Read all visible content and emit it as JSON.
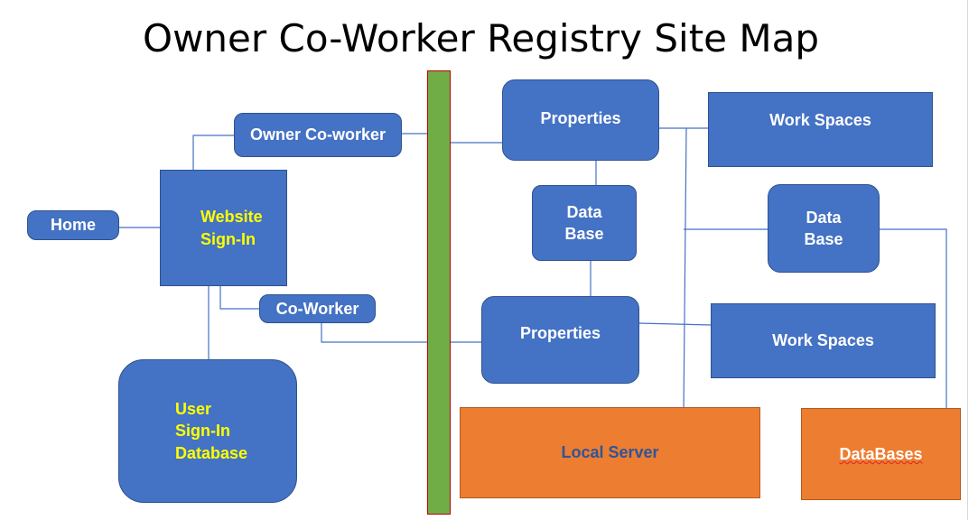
{
  "title": "Owner Co-Worker Registry Site Map",
  "nodes": {
    "home": "Home",
    "website_sign_in": [
      "Website",
      "Sign-In"
    ],
    "owner_coworker": "Owner Co-worker",
    "coworker": "Co-Worker",
    "user_db": [
      "User",
      "Sign-In",
      "Database"
    ],
    "properties_top": "Properties",
    "properties_bottom": "Properties",
    "data_base_left": [
      "Data",
      "Base"
    ],
    "data_base_right": [
      "Data",
      "Base"
    ],
    "work_spaces_top": "Work Spaces",
    "work_spaces_bottom": "Work Spaces",
    "local_server": "Local Server",
    "databases": "DataBases"
  },
  "colors": {
    "box_fill": "#4472c4",
    "box_border": "#2f528f",
    "server_fill": "#ed7d31",
    "bus_fill": "#70ad47",
    "bus_border": "#c00000",
    "highlight_text": "#ffff00",
    "connector": "#4472c4"
  }
}
